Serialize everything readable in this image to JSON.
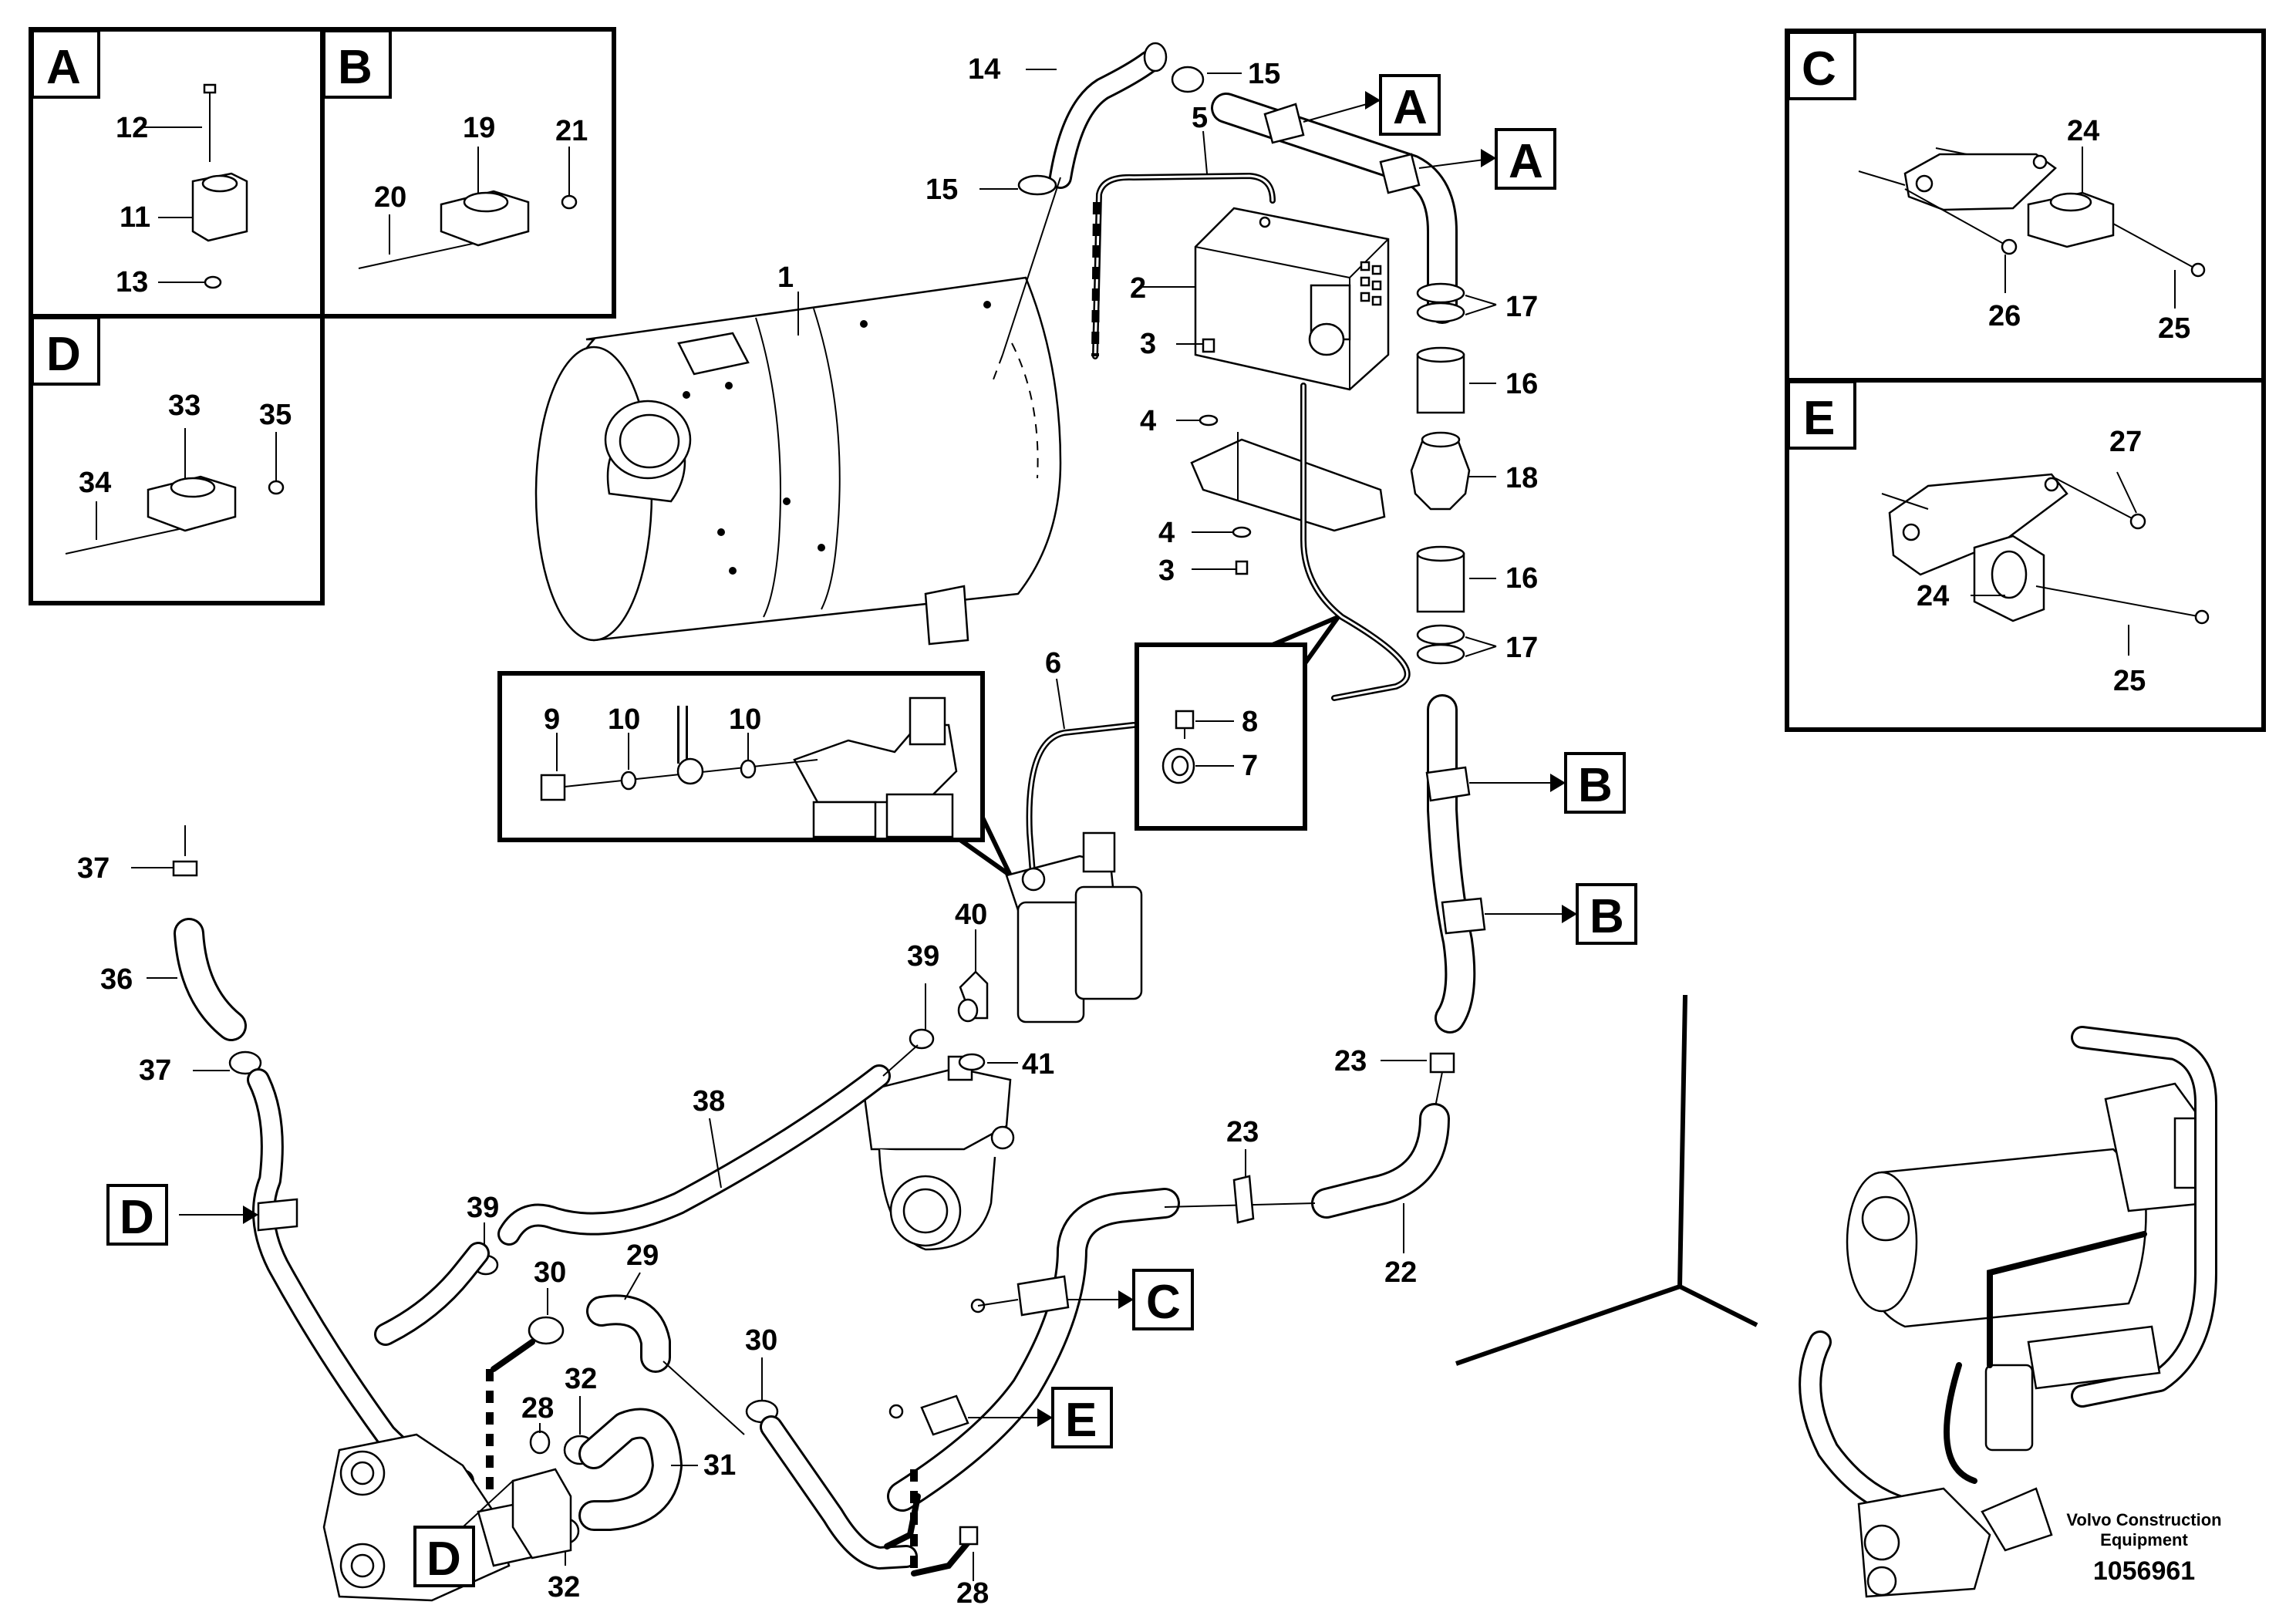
{
  "callouts": {
    "c1": "1",
    "c2": "2",
    "c3a": "3",
    "c3b": "3",
    "c4a": "4",
    "c4b": "4",
    "c5": "5",
    "c6": "6",
    "c7": "7",
    "c8": "8",
    "c9": "9",
    "c10a": "10",
    "c10b": "10",
    "c11": "11",
    "c12": "12",
    "c13": "13",
    "c14": "14",
    "c15a": "15",
    "c15b": "15",
    "c16a": "16",
    "c16b": "16",
    "c17a": "17",
    "c17b": "17",
    "c18": "18",
    "c19": "19",
    "c20": "20",
    "c21": "21",
    "c22": "22",
    "c23a": "23",
    "c23b": "23",
    "c24a": "24",
    "c24b": "24",
    "c25a": "25",
    "c25b": "25",
    "c26": "26",
    "c27": "27",
    "c28a": "28",
    "c28b": "28",
    "c29": "29",
    "c30a": "30",
    "c30b": "30",
    "c31": "31",
    "c32a": "32",
    "c32b": "32",
    "c33": "33",
    "c34": "34",
    "c35": "35",
    "c36": "36",
    "c37a": "37",
    "c37b": "37",
    "c38": "38",
    "c39a": "39",
    "c39b": "39",
    "c40": "40",
    "c41": "41"
  },
  "insets": {
    "a": "A",
    "b": "B",
    "c": "C",
    "d": "D",
    "e": "E"
  },
  "refs": {
    "a1": "A",
    "a2": "A",
    "b1": "B",
    "b2": "B",
    "c1": "C",
    "d1": "D",
    "d2": "D",
    "e1": "E"
  },
  "footer": {
    "brand_line1": "Volvo Construction",
    "brand_line2": "Equipment",
    "doc_number": "1056961"
  }
}
